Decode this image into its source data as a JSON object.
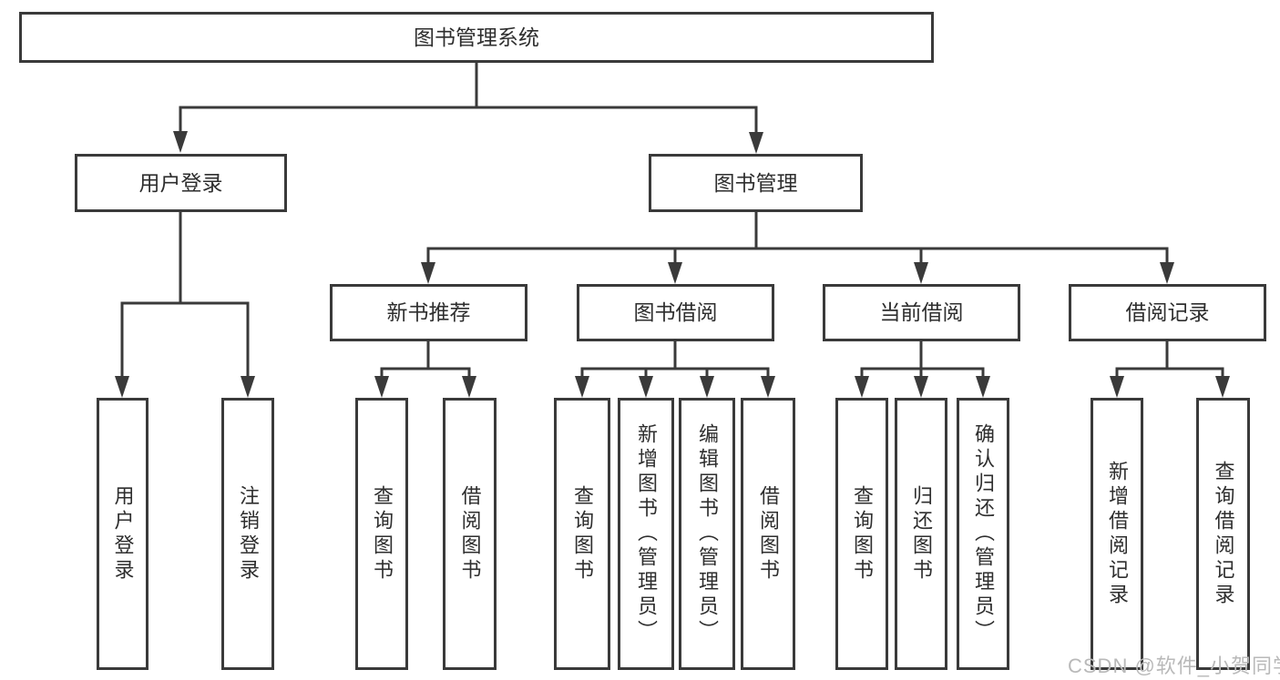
{
  "diagram": {
    "root": {
      "label": "图书管理系统",
      "children": [
        {
          "label": "用户登录",
          "children": [
            {
              "label": "用户登录"
            },
            {
              "label": "注销登录"
            }
          ]
        },
        {
          "label": "图书管理",
          "children": [
            {
              "label": "新书推荐",
              "children": [
                {
                  "label": "查询图书"
                },
                {
                  "label": "借阅图书"
                }
              ]
            },
            {
              "label": "图书借阅",
              "children": [
                {
                  "label": "查询图书"
                },
                {
                  "label": "新增图书（管理员）"
                },
                {
                  "label": "编辑图书（管理员）"
                },
                {
                  "label": "借阅图书"
                }
              ]
            },
            {
              "label": "当前借阅",
              "children": [
                {
                  "label": "查询图书"
                },
                {
                  "label": "归还图书"
                },
                {
                  "label": "确认归还（管理员）"
                }
              ]
            },
            {
              "label": "借阅记录",
              "children": [
                {
                  "label": "新增借阅记录"
                },
                {
                  "label": "查询借阅记录"
                }
              ]
            }
          ]
        }
      ]
    }
  },
  "watermark": "CSDN @软件_小贺同学",
  "colors": {
    "line": "#3a3a3a",
    "text": "#2e2e2e",
    "watermark": "#b9b9b9",
    "background": "#ffffff"
  }
}
